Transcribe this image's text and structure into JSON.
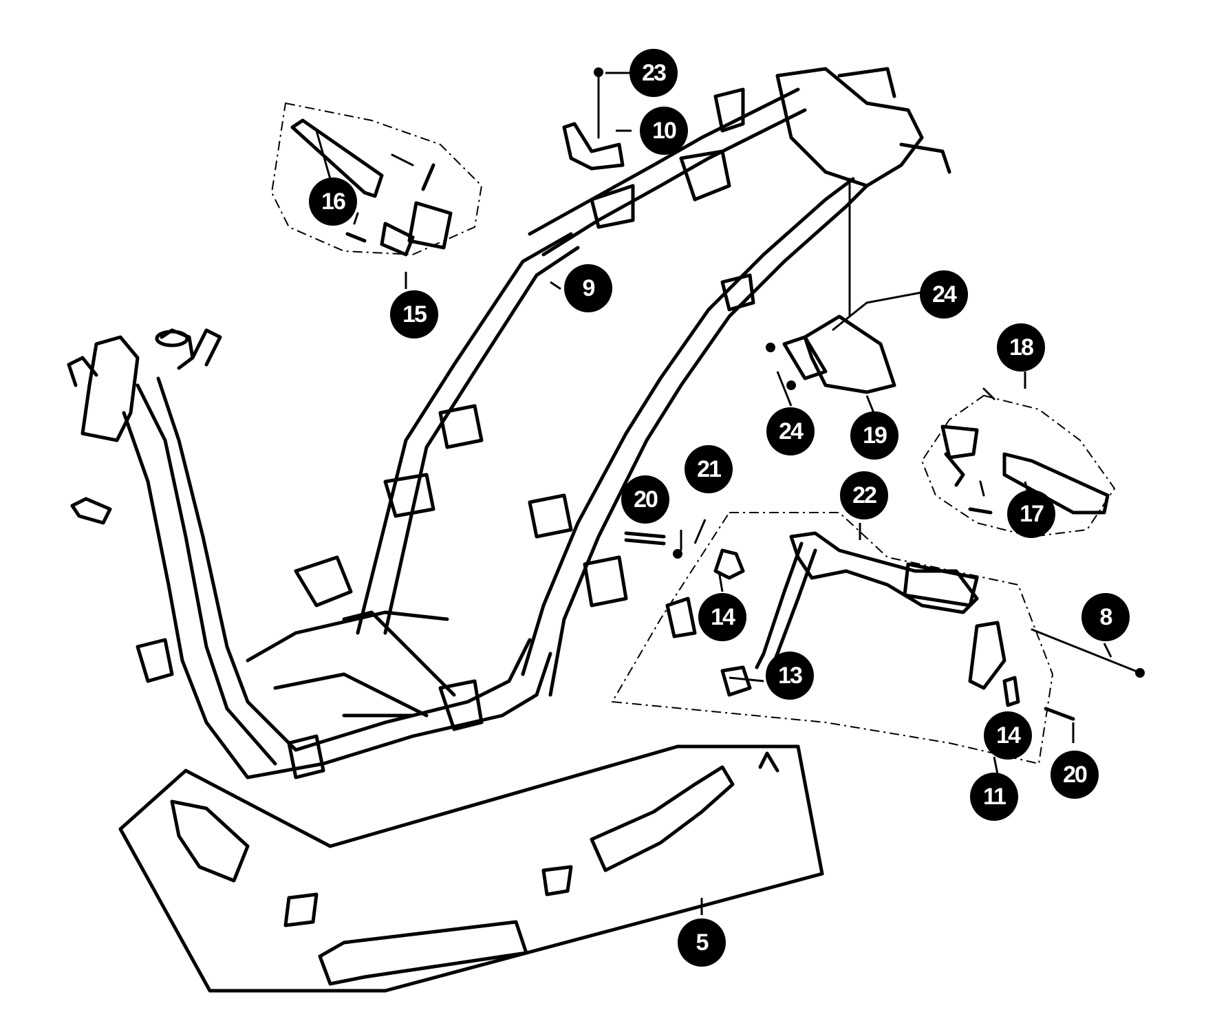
{
  "callouts": [
    {
      "id": "c23",
      "label": "23"
    },
    {
      "id": "c10",
      "label": "10"
    },
    {
      "id": "c16",
      "label": "16"
    },
    {
      "id": "c15",
      "label": "15"
    },
    {
      "id": "c9",
      "label": "9"
    },
    {
      "id": "c24a",
      "label": "24"
    },
    {
      "id": "c24b",
      "label": "24"
    },
    {
      "id": "c19",
      "label": "19"
    },
    {
      "id": "c18",
      "label": "18"
    },
    {
      "id": "c17",
      "label": "17"
    },
    {
      "id": "c21",
      "label": "21"
    },
    {
      "id": "c20a",
      "label": "20"
    },
    {
      "id": "c22",
      "label": "22"
    },
    {
      "id": "c14a",
      "label": "14"
    },
    {
      "id": "c13",
      "label": "13"
    },
    {
      "id": "c8",
      "label": "8"
    },
    {
      "id": "c14b",
      "label": "14"
    },
    {
      "id": "c11",
      "label": "11"
    },
    {
      "id": "c20b",
      "label": "20"
    },
    {
      "id": "c5",
      "label": "5"
    }
  ],
  "colors": {
    "ink": "#000000",
    "paper": "#ffffff"
  }
}
